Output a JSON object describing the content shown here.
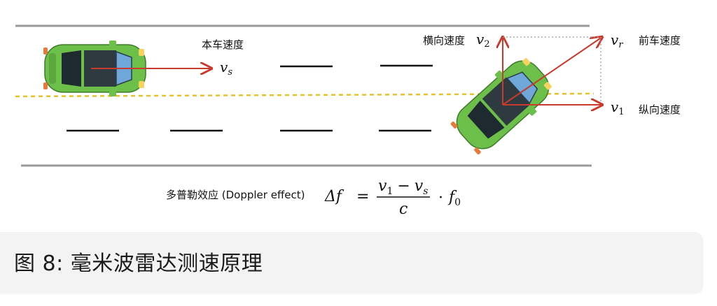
{
  "labels": {
    "own_speed": "本车速度",
    "vs": "s",
    "lateral_speed": "横向速度",
    "v2_sub": "2",
    "vr_sub": "r",
    "front_speed": "前车速度",
    "v1_sub": "1",
    "longitudinal_speed": "纵向速度",
    "doppler": "多普勒效应 (Doppler effect)"
  },
  "formula": {
    "delta_f": "Δf",
    "equals": "=",
    "numerator_a": "v",
    "numerator_a_sub": "1",
    "minus": "−",
    "numerator_b": "v",
    "numerator_b_sub": "s",
    "denominator": "c",
    "dot": "·",
    "f": "f",
    "f_sub": "0"
  },
  "caption": "图 8: 毫米波雷达测速原理",
  "colors": {
    "car_body": "#6cc04a",
    "arrow": "#c9392c",
    "dashed_lane": "#e6c32b",
    "road_edge": "#9a9a9a"
  }
}
